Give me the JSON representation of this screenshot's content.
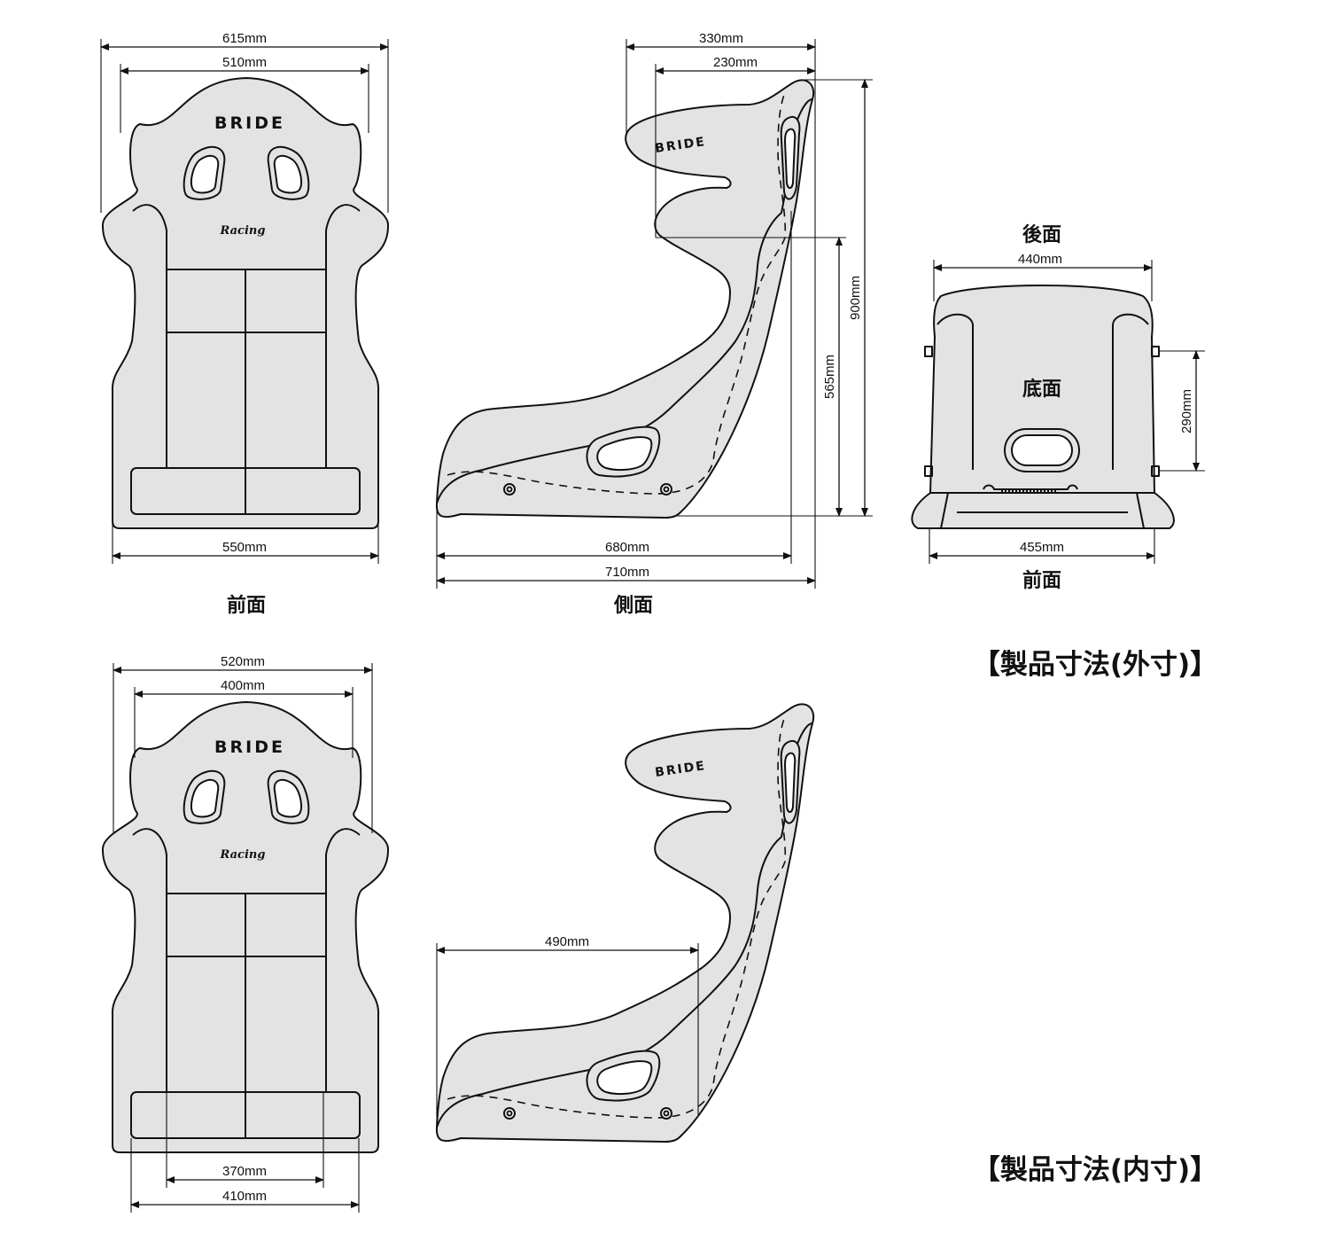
{
  "logo": {
    "brand": "BRIDE",
    "model": "Racing"
  },
  "views": {
    "front": "前面",
    "side": "側面",
    "rear": "後面",
    "bottom": "底面",
    "front_bottom": "前面"
  },
  "titles": {
    "outer": "【製品寸法(外寸)】",
    "inner": "【製品寸法(内寸)】"
  },
  "outer_dimensions": {
    "front_width_top": "615mm",
    "front_width_head": "510mm",
    "front_width_base": "550mm",
    "side_depth_top": "330mm",
    "side_depth_head": "230mm",
    "side_height_total": "900mm",
    "side_height_shoulder": "565mm",
    "side_length_base": "680mm",
    "side_length_total": "710mm",
    "rear_width_top": "440mm",
    "rear_mount_height": "290mm",
    "rear_width_base": "455mm"
  },
  "inner_dimensions": {
    "front_width_shoulder": "520mm",
    "front_width_head": "400mm",
    "front_width_cushion": "370mm",
    "front_width_base": "410mm",
    "side_depth_seat": "490mm"
  }
}
